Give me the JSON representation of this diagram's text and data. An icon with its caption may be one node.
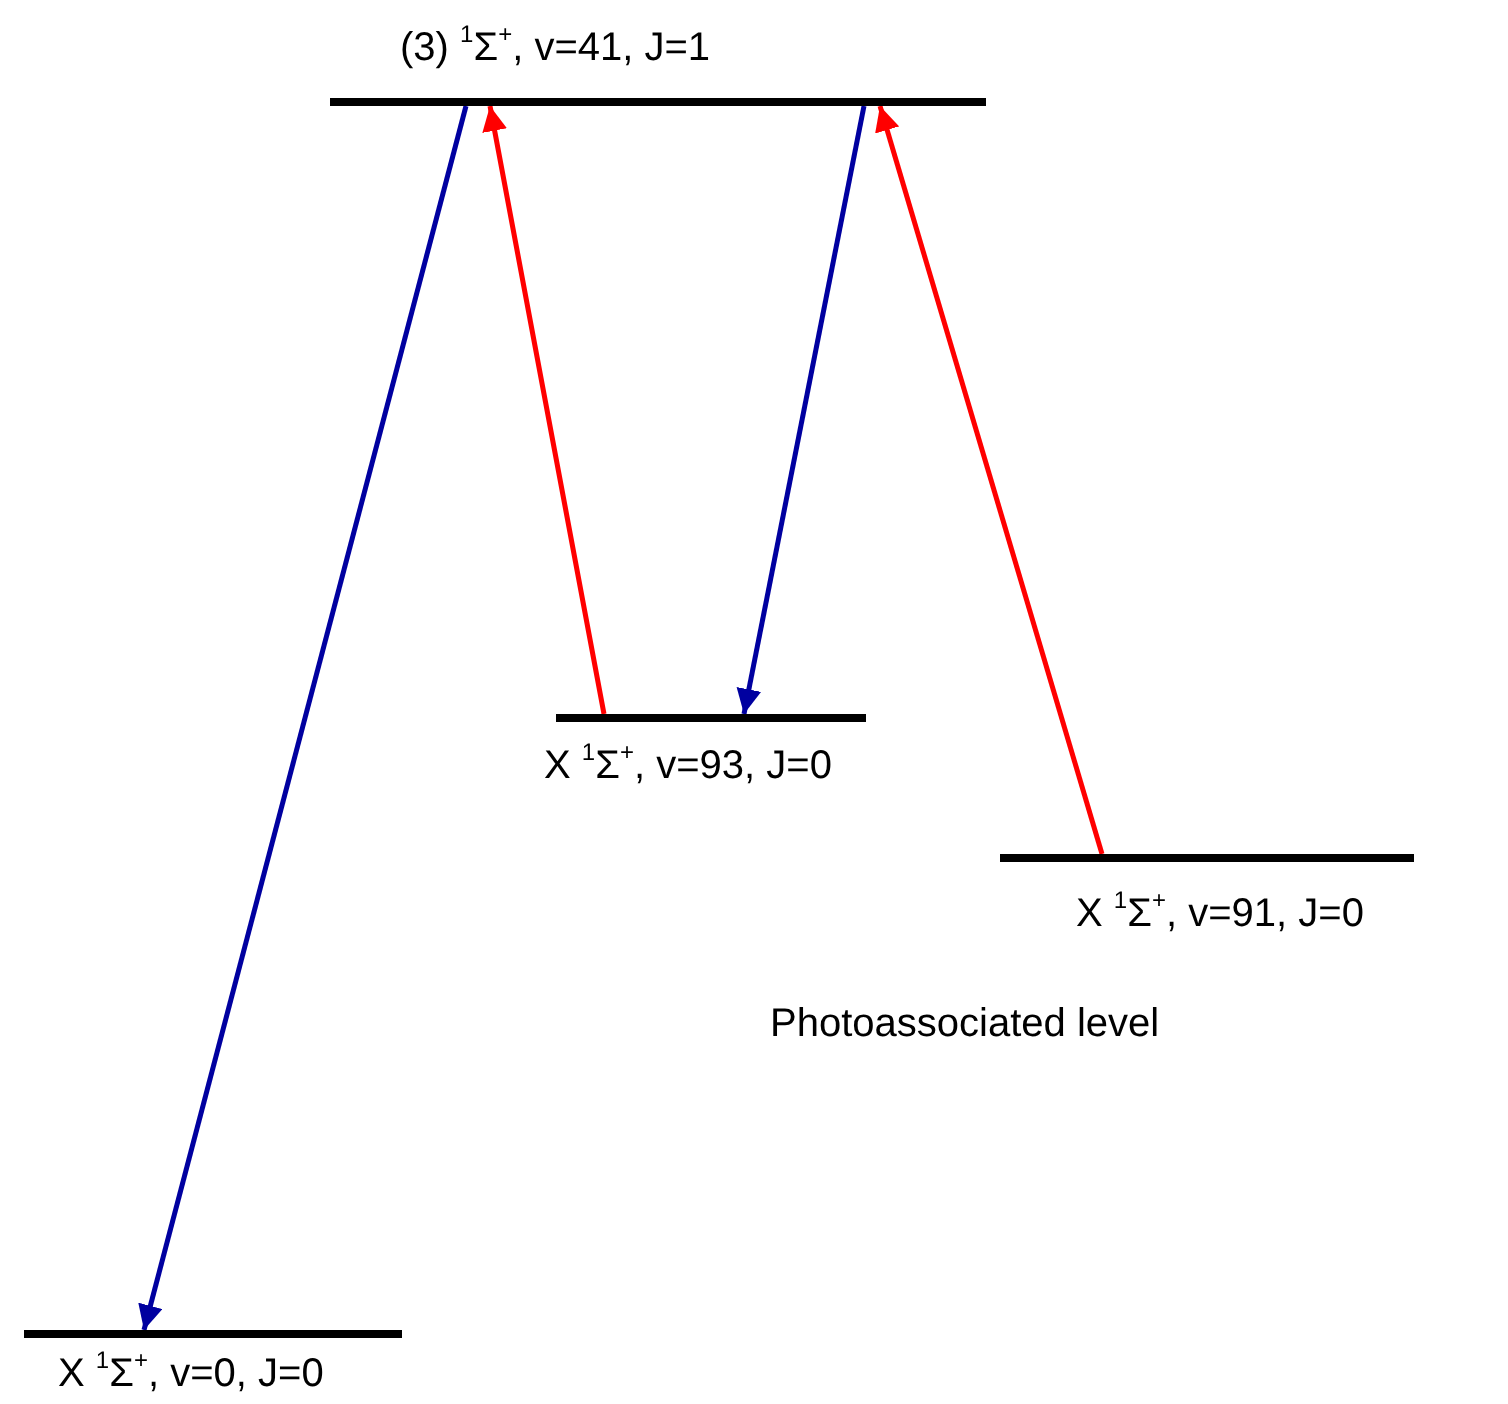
{
  "diagram": {
    "nodes": [
      {
        "text": [
          "(3) $^{1}$Σ$^{+}$, v=41, J=1"
        ]
      },
      {
        "text": [
          "X $^{1}$Σ$^{+}$, v=93, J=0"
        ]
      },
      {
        "text": [
          "X $^{1}$Σ$^{+}$, v=91, J=0"
        ],
        "beside": [
          "Photoassociated level"
        ]
      },
      {
        "text": [
          "X $^{1}$Σ$^{+}$, v=0, J=0"
        ]
      }
    ],
    "edges": [
      {
        "from": 1,
        "to": 0,
        "arrow": "to",
        "color": "#ff0000"
      },
      {
        "from": 0,
        "to": 3,
        "arrow": "to",
        "color": "#0000a0"
      },
      {
        "from": 0,
        "to": 1,
        "arrow": "to",
        "color": "#0000a0"
      },
      {
        "from": 2,
        "to": 0,
        "arrow": "to",
        "color": "#ff0000"
      }
    ]
  }
}
